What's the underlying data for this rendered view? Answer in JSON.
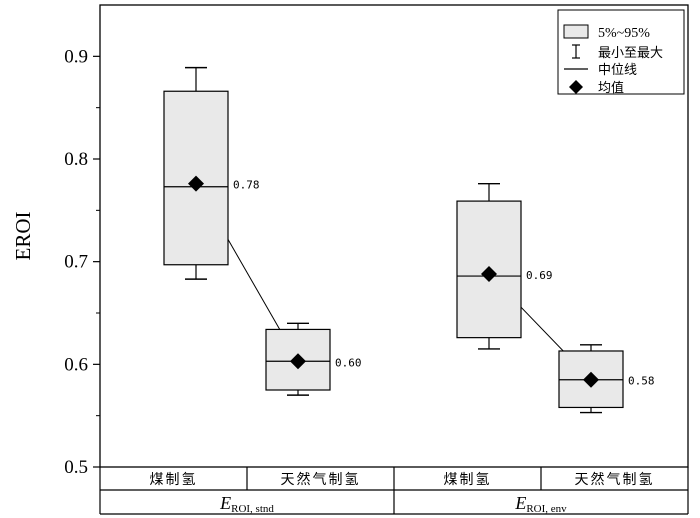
{
  "chart_data": {
    "type": "box",
    "ylabel": "EROI",
    "ylim": [
      0.5,
      0.95
    ],
    "yticks": [
      0.5,
      0.6,
      0.7,
      0.8,
      0.9
    ],
    "groups": [
      {
        "main": "E",
        "sub": "ROI, stnd"
      },
      {
        "main": "E",
        "sub": "ROI, env"
      }
    ],
    "boxes": [
      {
        "category": "煤制氢",
        "group": 0,
        "min": 0.683,
        "q_low": 0.697,
        "median": 0.773,
        "q_high": 0.866,
        "max": 0.889,
        "mean": 0.776,
        "mean_label": "0.78"
      },
      {
        "category": "天然气制氢",
        "group": 0,
        "min": 0.57,
        "q_low": 0.575,
        "median": 0.603,
        "q_high": 0.634,
        "max": 0.64,
        "mean": 0.603,
        "mean_label": "0.60"
      },
      {
        "category": "煤制氢",
        "group": 1,
        "min": 0.615,
        "q_low": 0.626,
        "median": 0.686,
        "q_high": 0.759,
        "max": 0.776,
        "mean": 0.688,
        "mean_label": "0.69"
      },
      {
        "category": "天然气制氢",
        "group": 1,
        "min": 0.553,
        "q_low": 0.558,
        "median": 0.585,
        "q_high": 0.613,
        "max": 0.619,
        "mean": 0.585,
        "mean_label": "0.58"
      }
    ],
    "legend": {
      "position": "top-right",
      "items": [
        {
          "symbol": "box",
          "label": "5%~95%"
        },
        {
          "symbol": "whisker",
          "label": "最小至最大"
        },
        {
          "symbol": "line",
          "label": "中位线"
        },
        {
          "symbol": "diamond",
          "label": "均值"
        }
      ]
    },
    "colors": {
      "box_fill": "#e9e9e9",
      "stroke": "#000000",
      "mean": "#000000"
    }
  }
}
